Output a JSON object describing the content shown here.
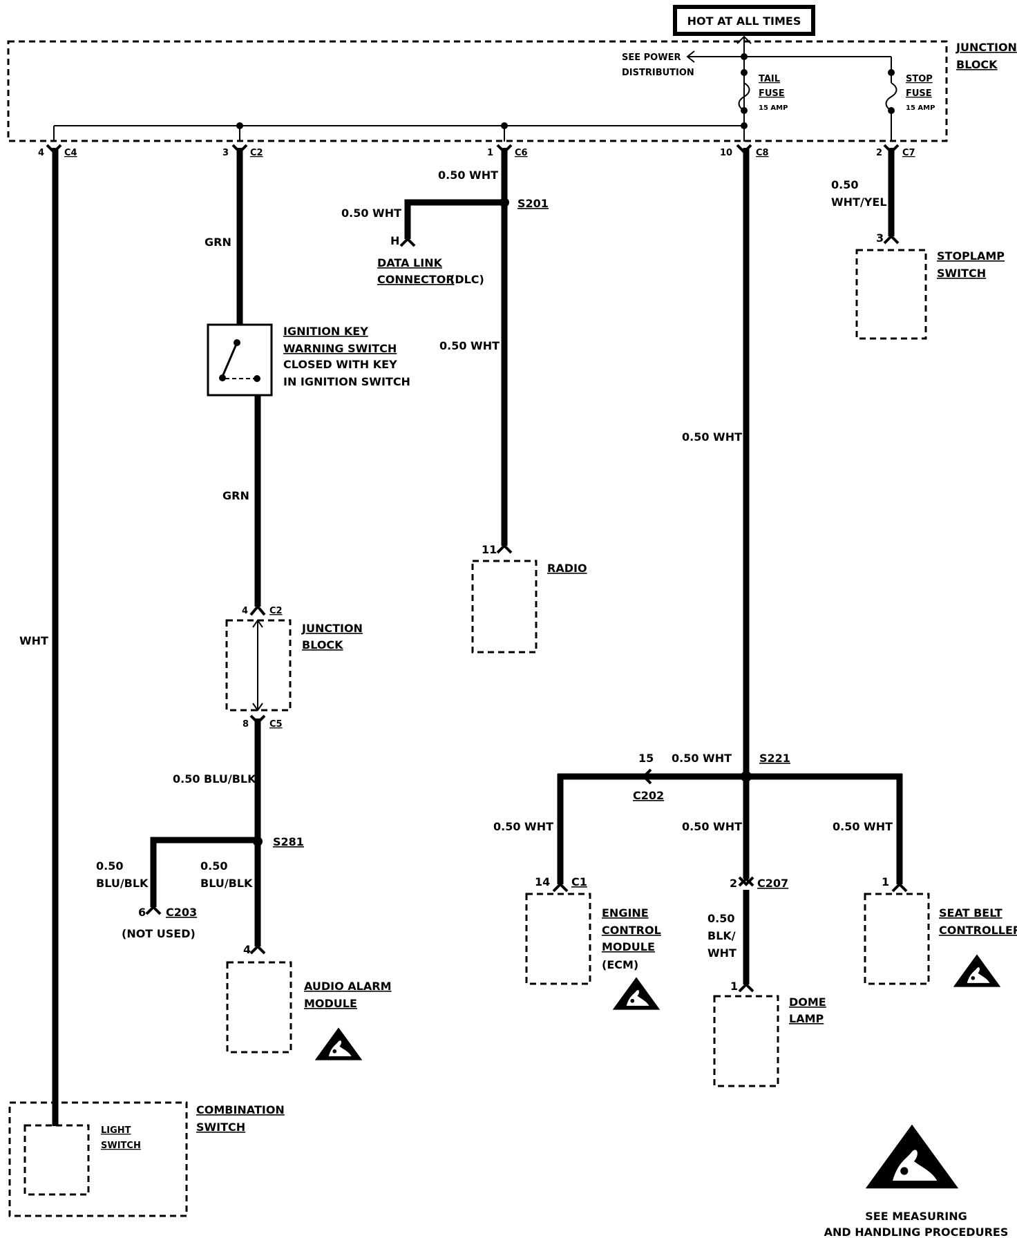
{
  "header": {
    "hot_label": "HOT AT ALL TIMES"
  },
  "junction_block_top": {
    "label_line1": "JUNCTION",
    "label_line2": "BLOCK"
  },
  "see_power": {
    "line1": "SEE POWER",
    "line2": "DISTRIBUTION"
  },
  "fuses": {
    "tail": {
      "line1": "TAIL",
      "line2": "FUSE",
      "rating": "15 AMP"
    },
    "stop": {
      "line1": "STOP",
      "line2": "FUSE",
      "rating": "15 AMP"
    }
  },
  "pins": {
    "c4": {
      "pin": "4",
      "conn": "C4"
    },
    "c2": {
      "pin": "3",
      "conn": "C2"
    },
    "c6": {
      "pin": "1",
      "conn": "C6"
    },
    "c8": {
      "pin": "10",
      "conn": "C8"
    },
    "c7": {
      "pin": "2",
      "conn": "C7"
    }
  },
  "wires": {
    "wht_left": "WHT",
    "grn_top": "GRN",
    "grn_mid": "GRN",
    "c6_a": "0.50 WHT",
    "dlc_branch": "0.50 WHT",
    "c6_b": "0.50 WHT",
    "c8_main": "0.50 WHT",
    "c7_line1": "0.50",
    "c7_line2": "WHT/YEL",
    "blu_blk_main": "0.50 BLU/BLK",
    "blu_left_1": "0.50",
    "blu_left_2": "BLU/BLK",
    "blu_right_1": "0.50",
    "blu_right_2": "BLU/BLK",
    "s221_top": "0.50 WHT",
    "ecm_wire": "0.50 WHT",
    "dome_wire": "0.50 WHT",
    "seat_wire": "0.50 WHT",
    "dome_lower_1": "0.50",
    "dome_lower_2": "BLK/",
    "dome_lower_3": "WHT"
  },
  "splices": {
    "s201": "S201",
    "s221": "S221",
    "s281": "S281"
  },
  "components": {
    "dlc": {
      "pin": "H",
      "line1": "DATA LINK",
      "line2": "CONNECTOR",
      "suffix": "(DLC)"
    },
    "ign_switch": {
      "line1": "IGNITION KEY",
      "line2": "WARNING SWITCH",
      "line3": "CLOSED WITH KEY",
      "line4": "IN IGNITION SWITCH"
    },
    "stoplamp": {
      "pin": "3",
      "line1": "STOPLAMP",
      "line2": "SWITCH"
    },
    "radio": {
      "pin": "11",
      "label": "RADIO"
    },
    "junction_block_mid": {
      "pin_top": "4",
      "conn_top": "C2",
      "pin_bot": "8",
      "conn_bot": "C5",
      "line1": "JUNCTION",
      "line2": "BLOCK"
    },
    "c203": {
      "pin": "6",
      "conn": "C203",
      "note": "(NOT USED)"
    },
    "audio": {
      "pin": "4",
      "line1": "AUDIO ALARM",
      "line2": "MODULE"
    },
    "c202": {
      "pin": "15",
      "conn": "C202"
    },
    "ecm": {
      "pin": "14",
      "conn": "C1",
      "line1": "ENGINE",
      "line2": "CONTROL",
      "line3": "MODULE",
      "line4": "(ECM)"
    },
    "c207": {
      "pin": "2",
      "conn": "C207"
    },
    "dome": {
      "pin": "1",
      "line1": "DOME",
      "line2": "LAMP"
    },
    "seat_belt": {
      "pin": "1",
      "line1": "SEAT BELT",
      "line2": "CONTROLLER"
    },
    "combination": {
      "line1": "COMBINATION",
      "line2": "SWITCH"
    },
    "light_switch": {
      "line1": "LIGHT",
      "line2": "SWITCH"
    }
  },
  "esd_note": {
    "line1": "SEE MEASURING",
    "line2": "AND HANDLING PROCEDURES"
  }
}
